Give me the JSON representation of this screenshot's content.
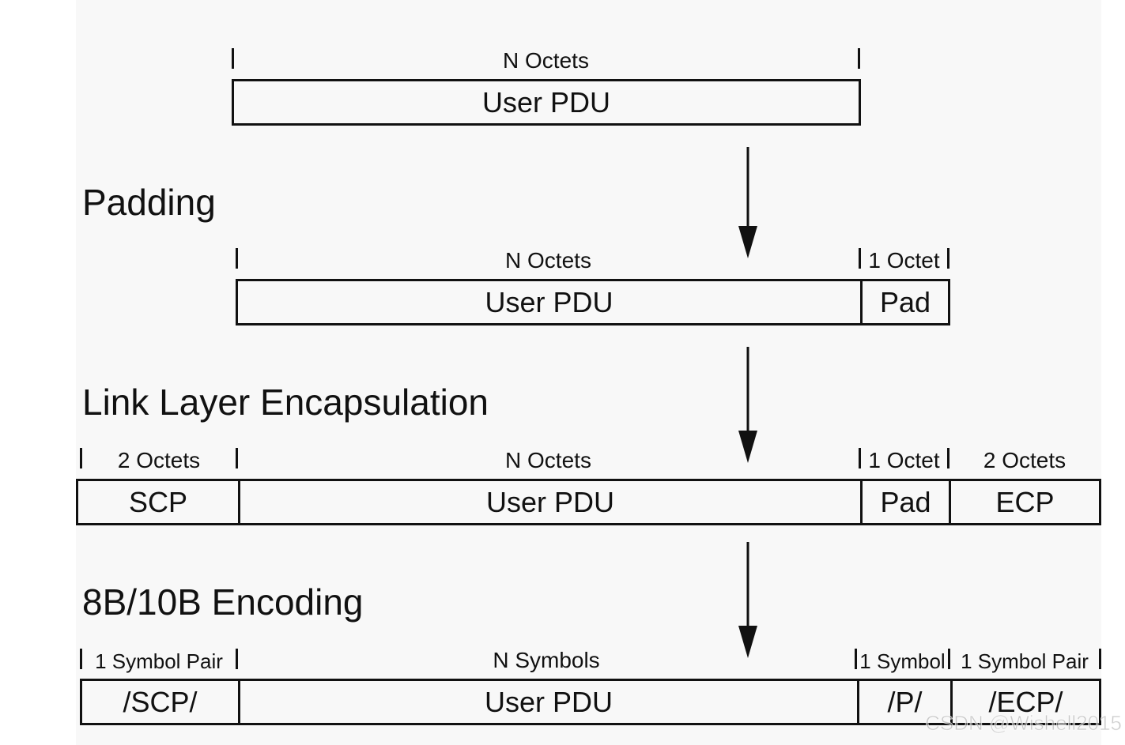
{
  "stage1": {
    "n_label": "N Octets",
    "user_pdu": "User PDU"
  },
  "padding": {
    "title": "Padding",
    "n_label": "N Octets",
    "pad_size_label": "1 Octet",
    "user_pdu": "User PDU",
    "pad": "Pad"
  },
  "link_layer": {
    "title": "Link Layer Encapsulation",
    "scp_size_label": "2 Octets",
    "n_label": "N Octets",
    "pad_size_label": "1 Octet",
    "ecp_size_label": "2 Octets",
    "scp": "SCP",
    "user_pdu": "User PDU",
    "pad": "Pad",
    "ecp": "ECP"
  },
  "encoding": {
    "title": "8B/10B Encoding",
    "scp_size_label": "1 Symbol Pair",
    "n_label": "N Symbols",
    "p_size_label": "1 Symbol",
    "ecp_size_label": "1 Symbol Pair",
    "scp": "/SCP/",
    "user_pdu": "User PDU",
    "p": "/P/",
    "ecp": "/ECP/"
  },
  "watermark": "CSDN @Wishell2015"
}
